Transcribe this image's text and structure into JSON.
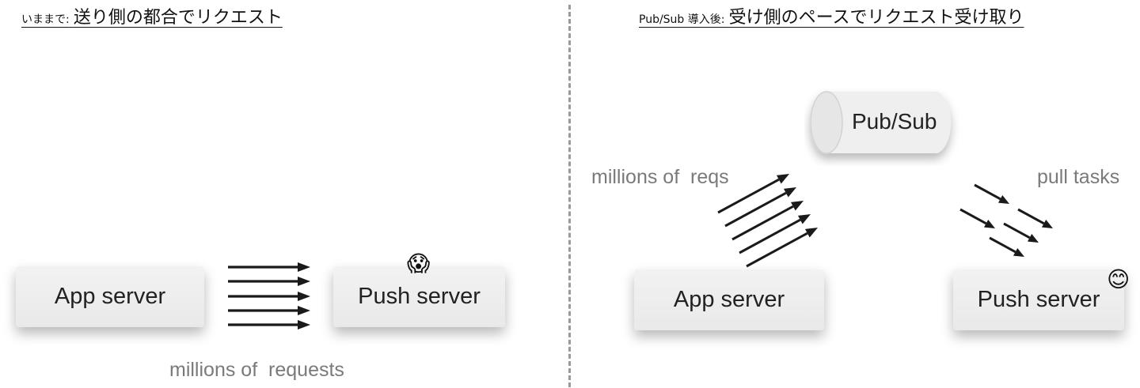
{
  "left": {
    "title_prefix": "いままで:",
    "title_main": "送り側の都合でリクエスト",
    "app_server_label": "App server",
    "push_server_label": "Push server",
    "requests_label": "millions of  requests",
    "push_server_emoji": "😱"
  },
  "right": {
    "title_prefix": "Pub/Sub 導入後:",
    "title_main": "受け側のペースでリクエスト受け取り",
    "pubsub_label": "Pub/Sub",
    "reqs_label": "millions of  reqs",
    "pull_label": "pull tasks",
    "app_server_label": "App server",
    "push_server_label": "Push server",
    "push_server_emoji": "😊"
  },
  "colors": {
    "arrow": "#1a1a1a",
    "box_fill": "#efefef",
    "label_gray": "#7a7a7a",
    "divider": "#9a9a9a"
  }
}
